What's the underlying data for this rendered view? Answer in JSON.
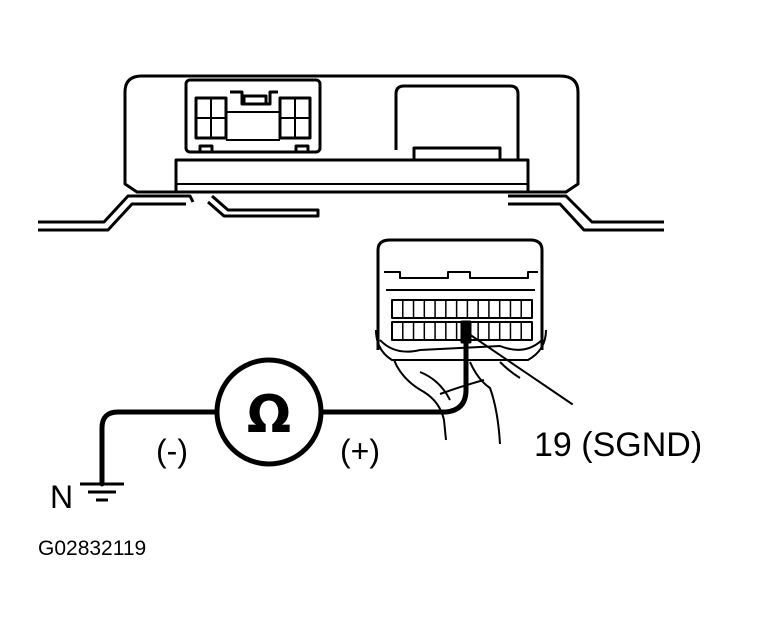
{
  "labels": {
    "pin": "19 (SGND)",
    "plus": "(+)",
    "minus": "(-)",
    "ground": "N",
    "meter_symbol": "Ω",
    "figure_code": "G02832119"
  },
  "icons": {
    "meter": "ohmmeter-icon",
    "ground": "ground-symbol-icon"
  },
  "colors": {
    "line": "#000000",
    "background": "#ffffff"
  }
}
